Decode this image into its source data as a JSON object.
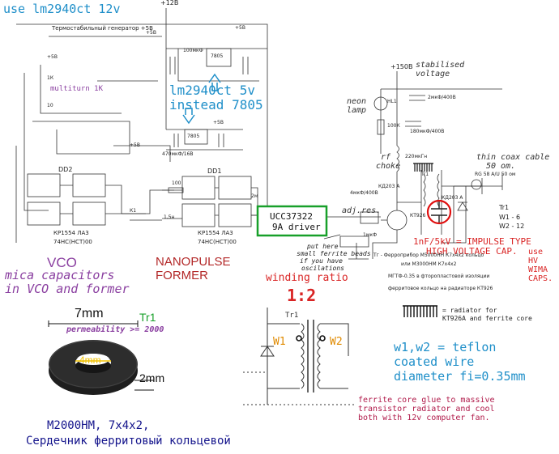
{
  "notes": {
    "use_12v": "use lm2940ct 12v",
    "instead_7805_l1": "lm2940ct 5v",
    "instead_7805_l2": "instead 7805",
    "multiturn": "multiturn 1K",
    "vco": "VCO",
    "mica_l1": "mica capacitors",
    "mica_l2": "in VCO and former",
    "nanopulse_l1": "NANOPULSE",
    "nanopulse_l2": "FORMER",
    "winding_ratio": "winding ratio",
    "ratio": "1:2",
    "w1": "W1",
    "w2": "W2",
    "impulse_l1": "1nF/5kV = IMPULSE TYPE",
    "impulse_l2": "HIGH VOLTAGE CAP.",
    "use_hv_l1": "use",
    "use_hv_l2": "HV",
    "use_hv_l3": "WIMA",
    "use_hv_l4": "CAPS.",
    "teflon_l1": "w1,w2 = teflon",
    "teflon_l2": "coated wire",
    "teflon_l3": "diameter fi=0.35mm",
    "glue_l1": "ferrite core glue to massive",
    "glue_l2": "transistor radiator and cool",
    "glue_l3": "both with 12v computer fan.",
    "ferrite_l1": "put here",
    "ferrite_l2": "small ferrite beads",
    "ferrite_l3": "if you have",
    "ferrite_l4": "oscilations",
    "radiator_l1": "= radiator for",
    "radiator_l2": "KT926A and ferrite core",
    "neon_l1": "neon",
    "neon_l2": "lamp",
    "rf_l1": "rf",
    "rf_l2": "choke",
    "stab_l1": "stabilised",
    "stab_l2": "voltage",
    "coax_l1": "thin coax cable",
    "coax_l2": "50 om.",
    "adj_res": "adj.res.",
    "driver_l1": "UCC37322",
    "driver_l2": "9A driver",
    "core_dim_w": "7mm",
    "core_dim_h": "2mm",
    "core_dim_id": "4mm",
    "permeability": "permeability >= 2000",
    "tr1_label": "Tr1",
    "core_l1": "М2000НМ, 7x4x2,",
    "core_l2": "Сердечник ферритовый кольцевой"
  },
  "schematic": {
    "plus12b": "+12В",
    "plus5b_a": "+5В",
    "plus5b_b": "+5В",
    "plus5b_c": "+5В",
    "plus5b_d": "+5В",
    "plus5b_e": "+5В",
    "plus150b": "+150В",
    "gen_title": "Термостабильный генератор +5В",
    "dd1": "DD1",
    "dd2": "DD2",
    "kr1554_a": "КР1554 ЛА3",
    "kr1554_b": "КР1554 ЛА3",
    "hct00_a": "74НС(НСТ)00",
    "hct00_b": "74НС(НСТ)00",
    "reg7805_a": "7805",
    "reg7805_b": "7805",
    "r100": "100",
    "c15": "1,5н",
    "k1": "К1",
    "hl1": "HL1",
    "r100k": "100К",
    "c2mkf": "2мкФ/400В",
    "c180": "180мкФ/400В",
    "choke": "220мкГн",
    "tr1": "Tr1",
    "kd203a": "КД203 А",
    "kd203b": "КД203 А",
    "kt926": "КТ926",
    "rg58": "RG 58 A/U 50 ом",
    "tr1_b": "Tr1",
    "w1_6": "W1 - 6",
    "w2_12": "W2 - 12",
    "ferro_l1": "Тг - Ферроприбор М5000НН К7х4х2 кольцо",
    "ferro_l2": "или М3000НМ  К7х4х2",
    "ferro_l3": "МГТФ-0.35 в фторопластовой изоляции",
    "ferro_l4": "ферритовое кольцо на радиаторе КТ926",
    "c1mkf": "1мкФ",
    "c4mkf": "4мкФ/400В",
    "r1k": "1К",
    "r2m": "2м",
    "r10": "10",
    "c100mkf": "100мкФ",
    "c470": "470мкФ/16В"
  },
  "colors": {
    "blue": "#1f8fc9",
    "purple": "#8a3fa0",
    "red": "#d92424",
    "green": "#18a02a",
    "navy": "#14148c"
  }
}
